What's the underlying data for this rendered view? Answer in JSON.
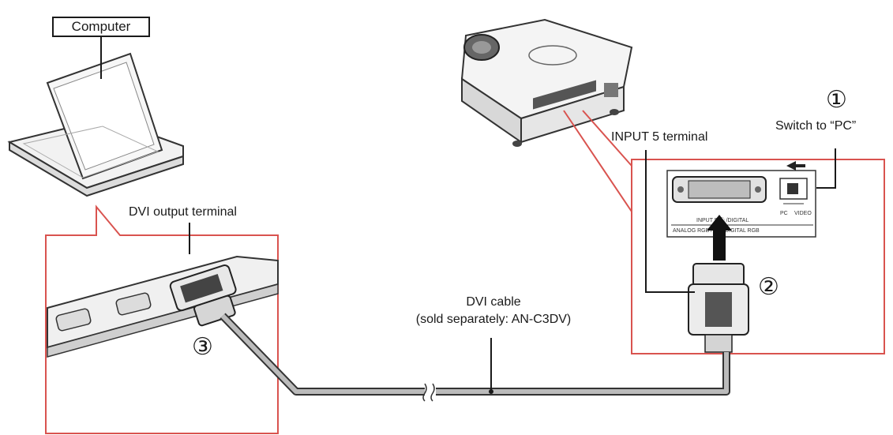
{
  "labels": {
    "computer": "Computer",
    "dvi_output": "DVI output terminal",
    "input5": "INPUT 5 terminal",
    "switch_pc": "Switch to “PC”",
    "cable_line1": "DVI cable",
    "cable_line2": "(sold separately: AN-C3DV)"
  },
  "steps": {
    "step1": "①",
    "step2": "②",
    "step3": "③"
  },
  "panel": {
    "switch_pc": "PC",
    "switch_video": "VIDEO",
    "terminal_caption_1": "INPUT 5 ⓔ /DIGITAL",
    "terminal_caption_2": "ANALOG RGB / DVI-DIGITAL RGB"
  },
  "colors": {
    "callout_red": "#d9534f",
    "cable_gray": "#bbbbbb"
  }
}
